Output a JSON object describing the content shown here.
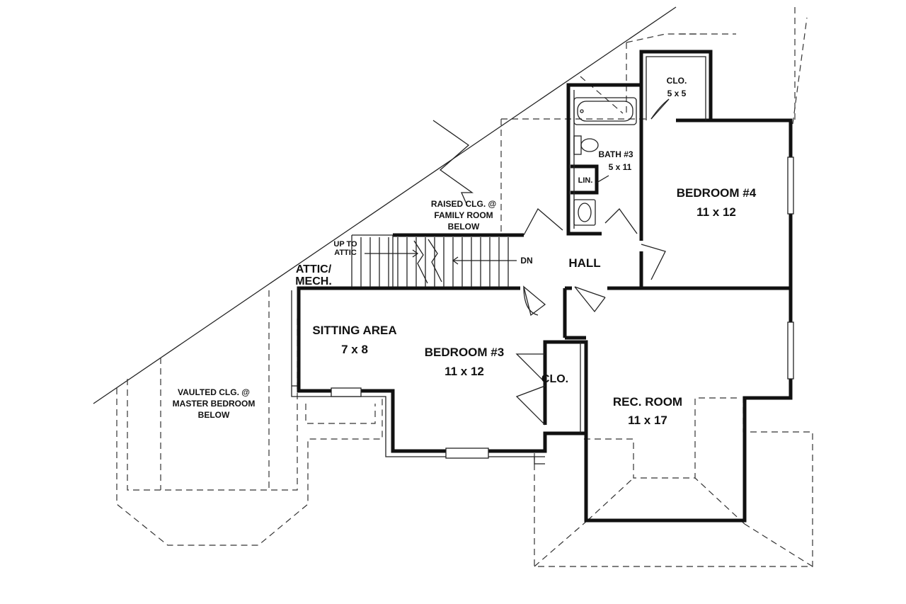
{
  "rooms": {
    "bedroom4": {
      "name": "BEDROOM #4",
      "size": "11 x 12"
    },
    "bedroom3": {
      "name": "BEDROOM #3",
      "size": "11 x 12"
    },
    "sitting": {
      "name": "SITTING AREA",
      "size": "7 x 8"
    },
    "rec_room": {
      "name": "REC. ROOM",
      "size": "11 x 17"
    },
    "bath3": {
      "name": "BATH #3",
      "size": "5 x 11"
    },
    "closet_top": {
      "name": "CLO.",
      "size": "5 x 5"
    },
    "closet_mid": {
      "name": "CLO."
    },
    "linen": {
      "name": "LIN."
    },
    "hall": {
      "name": "HALL"
    },
    "attic": {
      "line1": "ATTIC/",
      "line2": "MECH."
    }
  },
  "notes": {
    "raised": {
      "line1": "RAISED CLG. @",
      "line2": "FAMILY ROOM",
      "line3": "BELOW"
    },
    "vaulted": {
      "line1": "VAULTED CLG. @",
      "line2": "MASTER BEDROOM",
      "line3": "BELOW"
    },
    "up_attic": {
      "line1": "UP TO",
      "line2": "ATTIC"
    },
    "stair_dn": "DN"
  }
}
